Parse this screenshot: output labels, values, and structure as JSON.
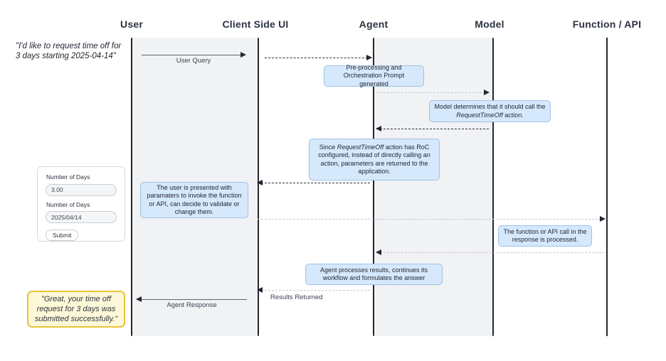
{
  "diagram": {
    "title": "Agent sequence diagram — RequestTimeOff with Return of Control",
    "type": "sequence-diagram",
    "colors": {
      "note_fill": "#d6e8fb",
      "note_border": "#9cc3e8",
      "yellow_note_fill": "#fcf8d8",
      "yellow_note_border": "#e8c33a",
      "activation_band": "#f1f2f4",
      "lifeline": "#23272f",
      "text": "#1f2430"
    }
  },
  "participants": [
    {
      "id": "user",
      "label": "User"
    },
    {
      "id": "client",
      "label": "Client Side UI"
    },
    {
      "id": "agent",
      "label": "Agent"
    },
    {
      "id": "model",
      "label": "Model"
    },
    {
      "id": "function",
      "label": "Function / API"
    }
  ],
  "messages": [
    {
      "id": "user-query",
      "label": "User Query",
      "from": "user",
      "to": "client",
      "style": "solid",
      "direction": "right"
    },
    {
      "id": "client-to-agent",
      "label": "",
      "from": "client",
      "to": "agent",
      "style": "dash-dark",
      "direction": "right"
    },
    {
      "id": "agent-to-model",
      "label": "",
      "from": "agent",
      "to": "model",
      "style": "dash-light",
      "direction": "right"
    },
    {
      "id": "model-to-agent",
      "label": "",
      "from": "model",
      "to": "agent",
      "style": "dash-dark",
      "direction": "left"
    },
    {
      "id": "agent-to-client",
      "label": "",
      "from": "agent",
      "to": "client",
      "style": "dash-dark",
      "direction": "left"
    },
    {
      "id": "client-to-fn",
      "label": "",
      "from": "client",
      "to": "function",
      "style": "dash-light",
      "direction": "right"
    },
    {
      "id": "fn-to-agent",
      "label": "",
      "from": "function",
      "to": "agent",
      "style": "dash-light",
      "direction": "left"
    },
    {
      "id": "results-returned",
      "label": "Results Returned",
      "from": "agent",
      "to": "client",
      "style": "dash-light",
      "direction": "left"
    },
    {
      "id": "agent-response",
      "label": "Agent Response",
      "from": "client",
      "to": "user",
      "style": "solid",
      "direction": "left"
    }
  ],
  "notes": {
    "user_request": "\"I'd like to request time off for 3 days starting 2025-04-14\"",
    "preprocessing": {
      "line1": "Pre-processing and",
      "line2": "Orchestration Prompt generated"
    },
    "model_decision": {
      "pre": "Model determines that it should call the",
      "emphasis": "RequestTimeOff",
      "post": " action."
    },
    "roc_note": {
      "pre": "Since ",
      "emphasis": "RequestTimeOff",
      "post": " action has RoC configured, instead of directly calling an action, parameters are returned to the application."
    },
    "user_presented": "The user is presented with paramaters to invoke the function or API, can decide to validate or change them.",
    "function_processed": {
      "line1": "The function or API call in the",
      "line2": "response is processed."
    },
    "agent_processes": {
      "line1": "Agent processes results, continues its",
      "line2": "workflow and formulates the answer"
    },
    "final_response": "\"Great, your time off request for 3 days was submitted successfully.\""
  },
  "form": {
    "fields": [
      {
        "label": "Number of Days",
        "value": "3.00"
      },
      {
        "label": "Number of Days",
        "value": "2025/04/14"
      }
    ],
    "submit_label": "Submit"
  }
}
